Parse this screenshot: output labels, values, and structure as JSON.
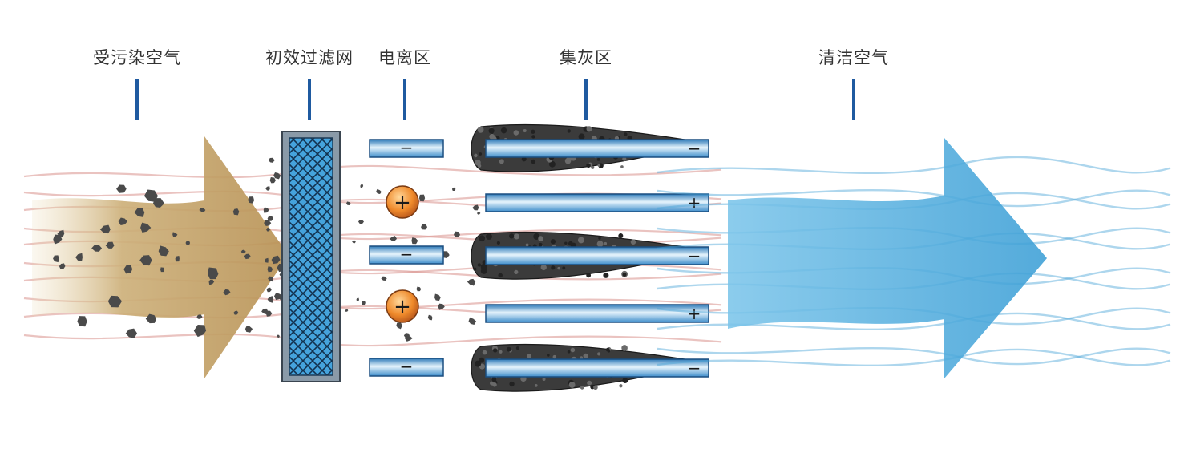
{
  "labels": {
    "polluted_air": "受污染空气",
    "pre_filter": "初效过滤网",
    "ionization_zone": "电离区",
    "collection_zone": "集灰区",
    "clean_air": "清洁空气"
  },
  "symbols": {
    "plus": "+",
    "minus": "−"
  },
  "ionizer_plates": [
    "−",
    "−",
    "−"
  ],
  "ionizer_wires": [
    "+",
    "+"
  ],
  "collector_plates": [
    "−",
    "+",
    "−",
    "+",
    "−"
  ],
  "colors": {
    "label_tick": "#1f5aa0",
    "dirty_arrow": "#c2a46a",
    "dirty_stream": "#d9918c",
    "filter_mesh": "#3f9fd8",
    "plate": "#6db4e2",
    "ion": "#e8822a",
    "clean_arrow": "#5ab3e2",
    "clean_stream": "#4aa5d8",
    "dust": "#4a4a4a"
  }
}
